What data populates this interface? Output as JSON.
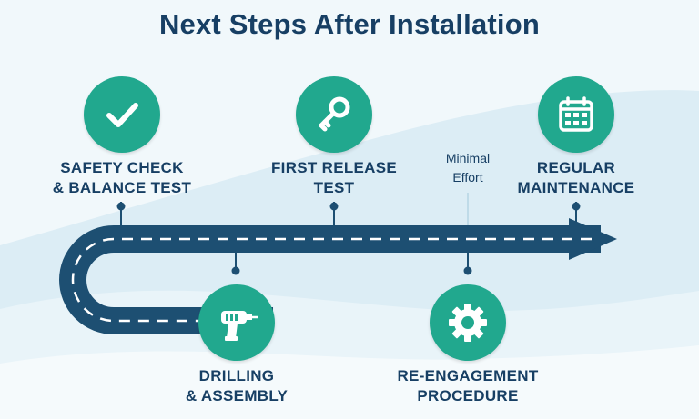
{
  "title": "Next Steps After Installation",
  "steps": [
    {
      "line1": "SAFETY CHECK",
      "line2": "& BALANCE TEST",
      "icon": "checkmark-icon"
    },
    {
      "line1": "FIRST RELEASE",
      "line2": "TEST",
      "icon": "key-icon"
    },
    {
      "line1": "REGULAR",
      "line2": "MAINTENANCE",
      "icon": "calendar-icon"
    },
    {
      "line1": "DRILLING",
      "line2": "& ASSEMBLY",
      "icon": "drill-icon"
    },
    {
      "line1": "RE-ENGAGEMENT",
      "line2": "PROCEDURE",
      "icon": "gear-icon"
    }
  ],
  "note": {
    "line1": "Minimal",
    "line2": "Effort"
  },
  "colors": {
    "title": "#173f64",
    "accent": "#21a88e",
    "road": "#1d4f72",
    "background": "#f1f8fb"
  }
}
